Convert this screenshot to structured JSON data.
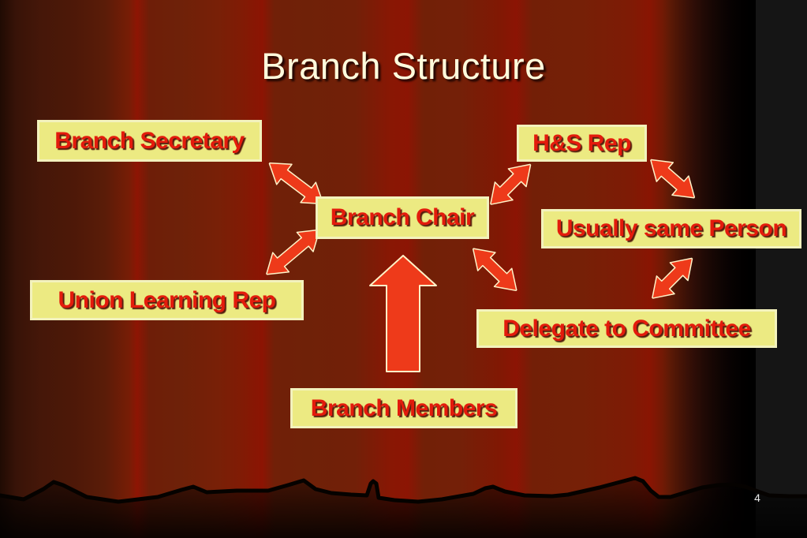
{
  "title": "Branch Structure",
  "page_number": "4",
  "diagram": {
    "boxes": [
      {
        "label": "Branch Secretary"
      },
      {
        "label": "H&S Rep"
      },
      {
        "label": "Branch Chair"
      },
      {
        "label": "Usually same Person"
      },
      {
        "label": "Union Learning Rep"
      },
      {
        "label": "Delegate to Committee"
      },
      {
        "label": "Branch Members"
      }
    ],
    "connectors": [
      {
        "name": "secretary-chair",
        "style": "double-arrow"
      },
      {
        "name": "union-learning-rep-chair",
        "style": "double-arrow"
      },
      {
        "name": "chair-hs-rep",
        "style": "double-arrow"
      },
      {
        "name": "hs-rep-usually-same-person",
        "style": "double-arrow"
      },
      {
        "name": "usually-same-person-delegate",
        "style": "double-arrow"
      },
      {
        "name": "chair-delegate",
        "style": "double-arrow"
      },
      {
        "name": "members-chair",
        "style": "block-arrow-up"
      }
    ]
  },
  "colors": {
    "box_fill": "#ecea82",
    "box_border": "#f3f2bd",
    "box_text": "#e31b0c",
    "arrow_fill": "#ee3a1a",
    "arrow_outline": "#fff3c8",
    "title_text": "#fffbdc",
    "curtain_red": "#8c1504",
    "curtain_dark": "#200b03"
  }
}
